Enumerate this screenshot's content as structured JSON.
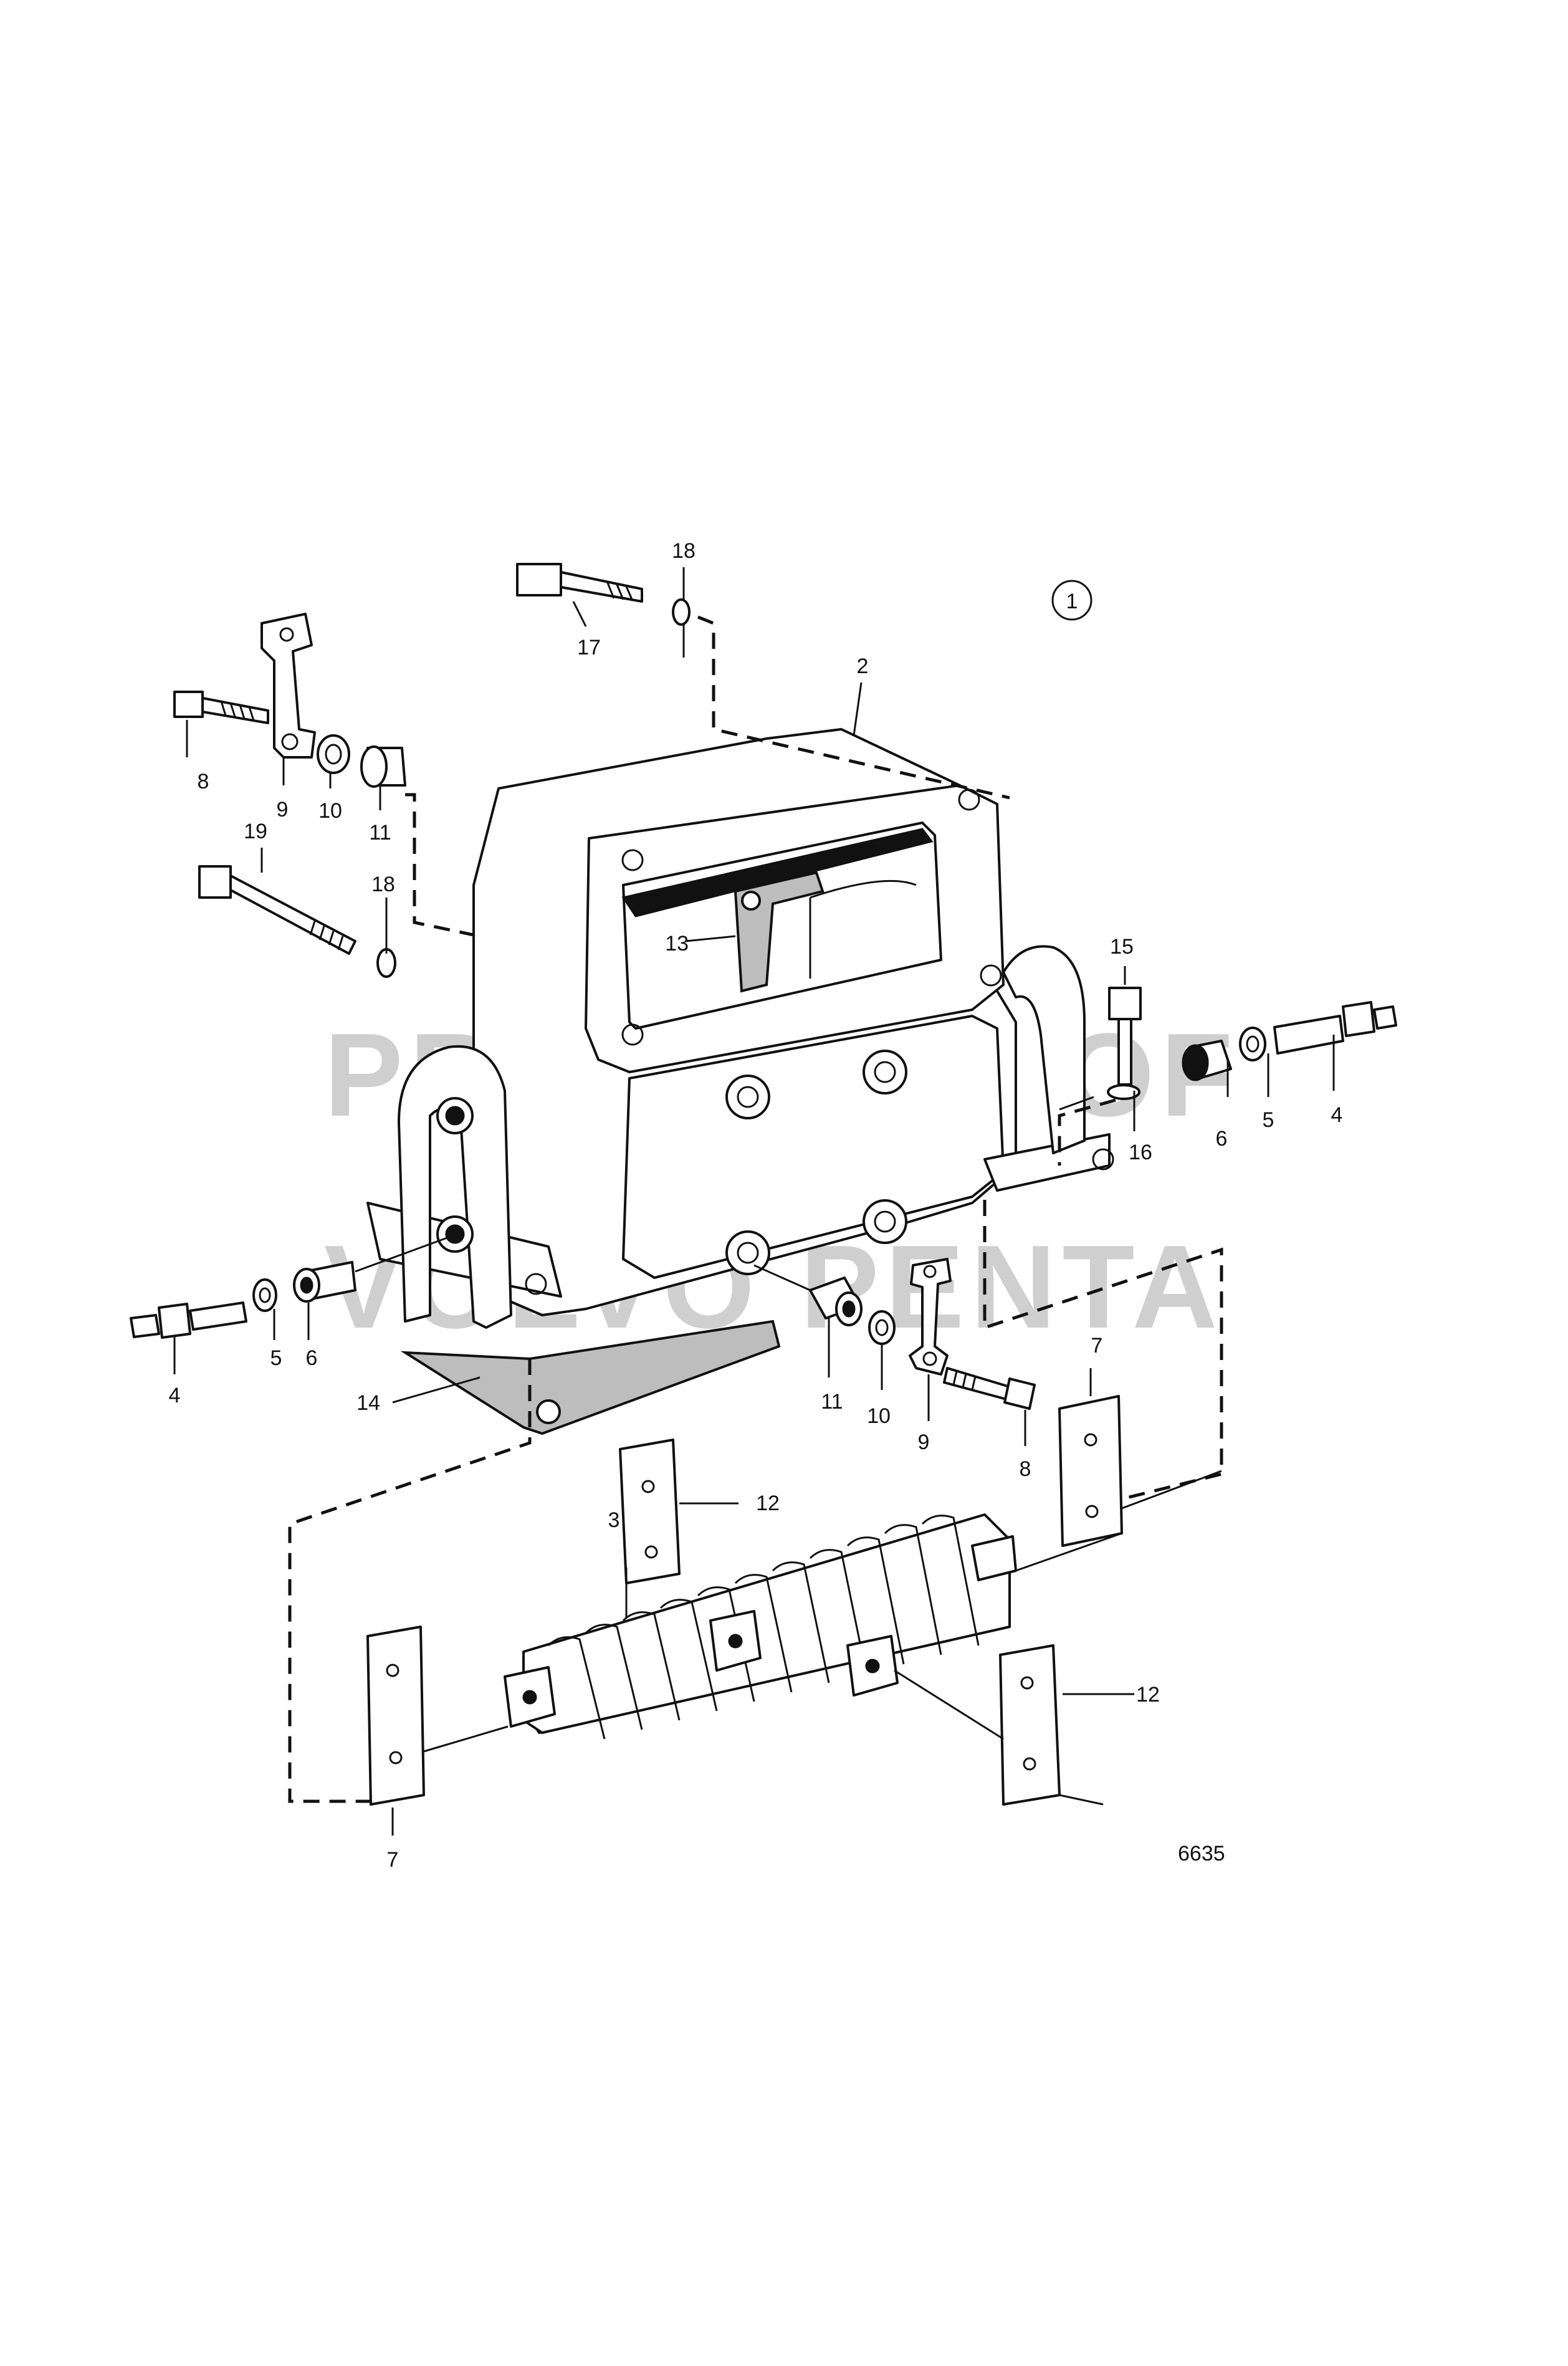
{
  "figure_number": "1",
  "drawing_number": "6635",
  "watermark": {
    "line1": "PROPERTY OF",
    "line2": "VOLVO PENTA"
  },
  "callouts": {
    "c1": "1",
    "c2": "2",
    "c3": "3",
    "c4_left": "4",
    "c4_right": "4",
    "c5_left": "5",
    "c5_right": "5",
    "c6_left": "6",
    "c6_right": "6",
    "c7_left": "7",
    "c7_right": "7",
    "c8_top": "8",
    "c8_bottom": "8",
    "c9_top": "9",
    "c9_bottom": "9",
    "c10_top": "10",
    "c10_bottom": "10",
    "c11_top": "11",
    "c11_bottom": "11",
    "c12_top": "12",
    "c12_bottom": "12",
    "c13": "13",
    "c14": "14",
    "c15": "15",
    "c16": "16",
    "c17": "17",
    "c18_top": "18",
    "c18_mid": "18",
    "c19": "19"
  }
}
